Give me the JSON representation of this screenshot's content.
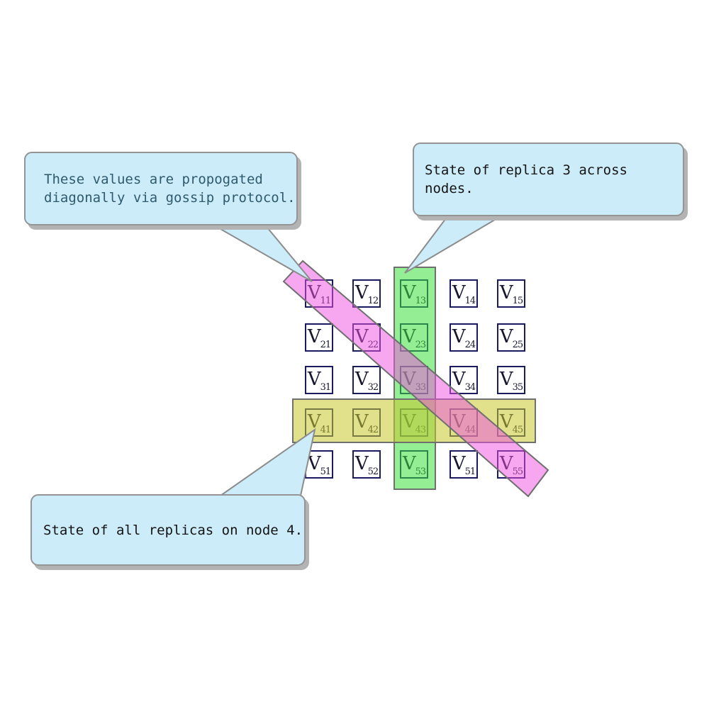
{
  "diagram": {
    "notes": {
      "gossip": {
        "line1": "These values are propogated",
        "line2": "diagonally via gossip protocol."
      },
      "replica": {
        "text": "State of replica 3 across nodes."
      },
      "node": {
        "text": "State of all replicas on node 4."
      }
    },
    "grid": {
      "symbol": "V",
      "rows": [
        [
          "11",
          "12",
          "13",
          "14",
          "15"
        ],
        [
          "21",
          "22",
          "23",
          "24",
          "25"
        ],
        [
          "31",
          "32",
          "33",
          "34",
          "35"
        ],
        [
          "41",
          "42",
          "43",
          "44",
          "45"
        ],
        [
          "51",
          "52",
          "53",
          "51",
          "55"
        ]
      ]
    },
    "highlights": {
      "column": {
        "name": "replica-3-column",
        "color": "green"
      },
      "row": {
        "name": "node-4-row",
        "color": "yellow"
      },
      "diagonal": {
        "name": "gossip-diagonal",
        "color": "pink"
      }
    },
    "colors": {
      "note_fill": "#cdecf9",
      "note_border": "#949494",
      "note_shadow": "#b3b3b3",
      "note1_text": "#2e5a6e",
      "note_text": "#141414",
      "cell_border": "#1a1a5e",
      "cell_text": "#16162e",
      "green_overlay": "rgba(60,224,60,0.55)",
      "yellow_overlay": "rgba(200,200,45,0.55)",
      "pink_overlay": "rgba(240,80,225,0.5)",
      "overlay_border": "#6f6f6f",
      "tail_border": "#8c8c8c"
    }
  }
}
